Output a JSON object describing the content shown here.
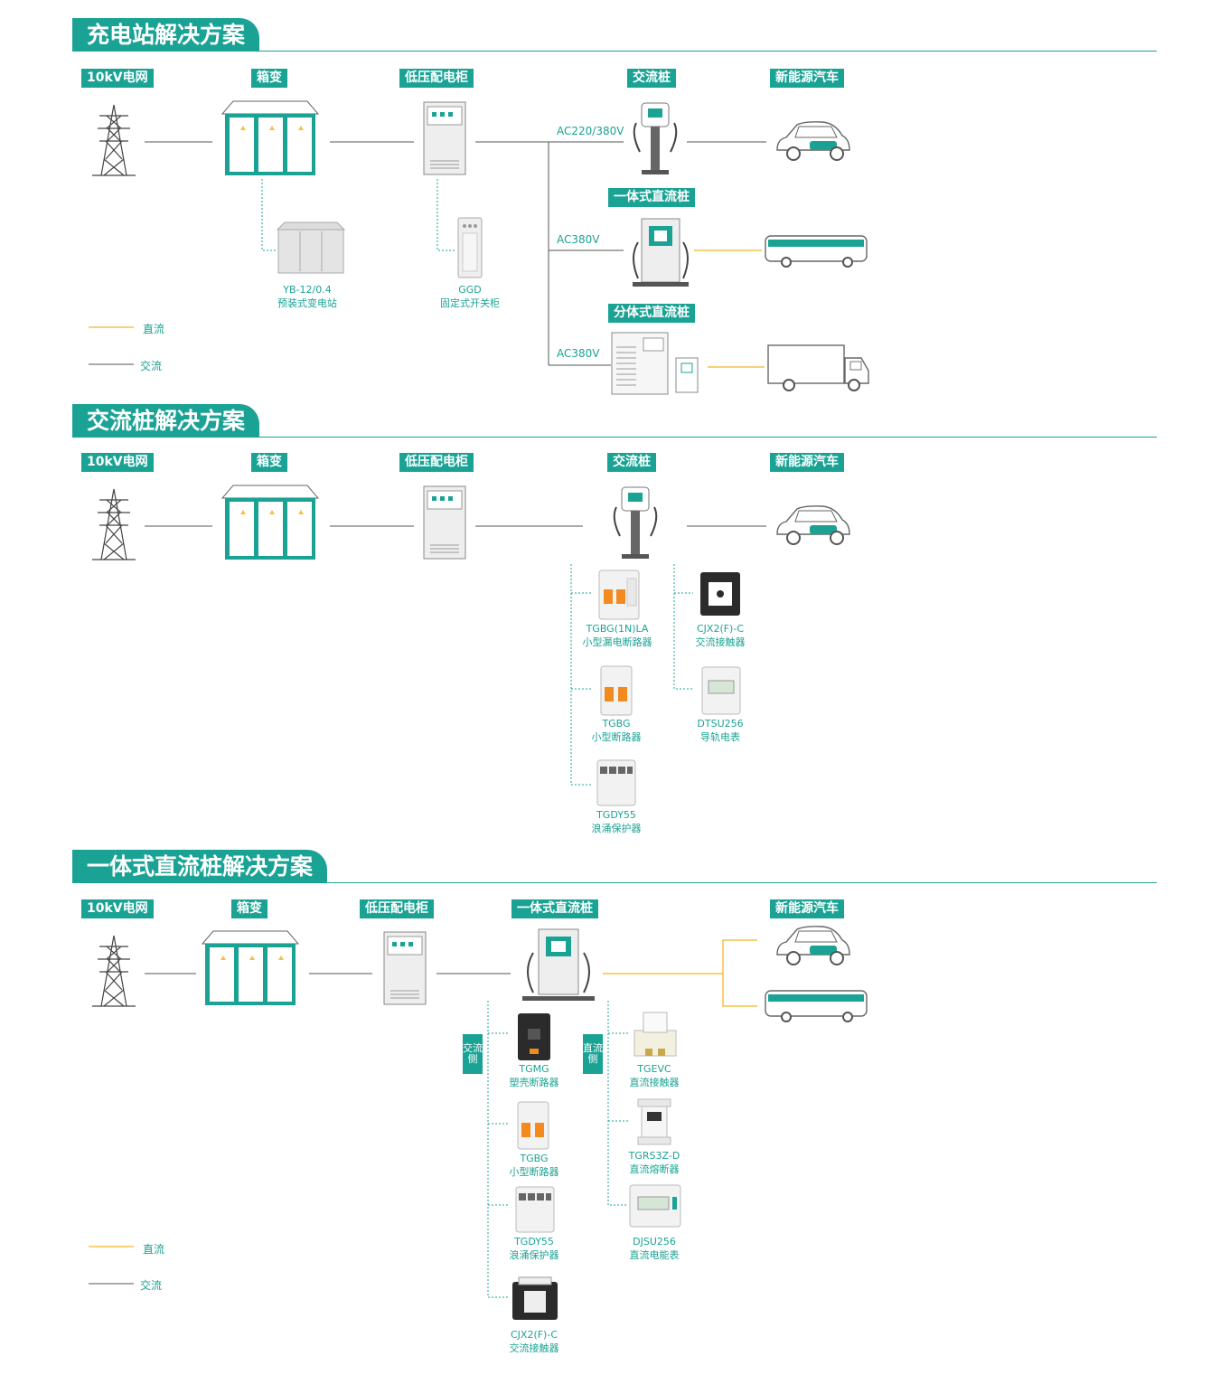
{
  "colors": {
    "accent": "#1aa394",
    "dc_line": "#f5c048",
    "ac_line": "#555555"
  },
  "sections": [
    {
      "title": "充电站解决方案"
    },
    {
      "title": "交流桩解决方案"
    },
    {
      "title": "一体式直流桩解决方案"
    }
  ],
  "s1": {
    "tags": {
      "grid": "10kV电网",
      "box": "箱变",
      "lv": "低压配电柜",
      "ac": "交流桩",
      "nev": "新能源汽车",
      "dc_int": "一体式直流桩",
      "dc_split": "分体式直流桩"
    },
    "volts": {
      "v1": "AC220/380V",
      "v2": "AC380V",
      "v3": "AC380V"
    },
    "products": [
      {
        "model": "YB-12/0.4",
        "name": "预装式变电站"
      },
      {
        "model": "GGD",
        "name": "固定式开关柜"
      }
    ],
    "legend": {
      "dc": "直流",
      "ac": "交流"
    }
  },
  "s2": {
    "tags": {
      "grid": "10kV电网",
      "box": "箱变",
      "lv": "低压配电柜",
      "ac": "交流桩",
      "nev": "新能源汽车"
    },
    "products": [
      {
        "model": "TGBG(1N)LA",
        "name": "小型漏电断路器"
      },
      {
        "model": "CJX2(F)-C",
        "name": "交流接触器"
      },
      {
        "model": "TGBG",
        "name": "小型断路器"
      },
      {
        "model": "DTSU256",
        "name": "导轨电表"
      },
      {
        "model": "TGDY55",
        "name": "浪涌保护器"
      }
    ]
  },
  "s3": {
    "tags": {
      "grid": "10kV电网",
      "box": "箱变",
      "lv": "低压配电柜",
      "dc": "一体式直流桩",
      "nev": "新能源汽车"
    },
    "side": {
      "ac": "交流侧",
      "dc": "直流侧"
    },
    "products_ac": [
      {
        "model": "TGMG",
        "name": "塑壳断路器"
      },
      {
        "model": "TGBG",
        "name": "小型断路器"
      },
      {
        "model": "TGDY55",
        "name": "浪涌保护器"
      },
      {
        "model": "CJX2(F)-C",
        "name": "交流接触器"
      }
    ],
    "products_dc": [
      {
        "model": "TGEVC",
        "name": "直流接触器"
      },
      {
        "model": "TGRS3Z-D",
        "name": "直流熔断器"
      },
      {
        "model": "DJSU256",
        "name": "直流电能表"
      }
    ],
    "legend": {
      "dc": "直流",
      "ac": "交流"
    }
  }
}
